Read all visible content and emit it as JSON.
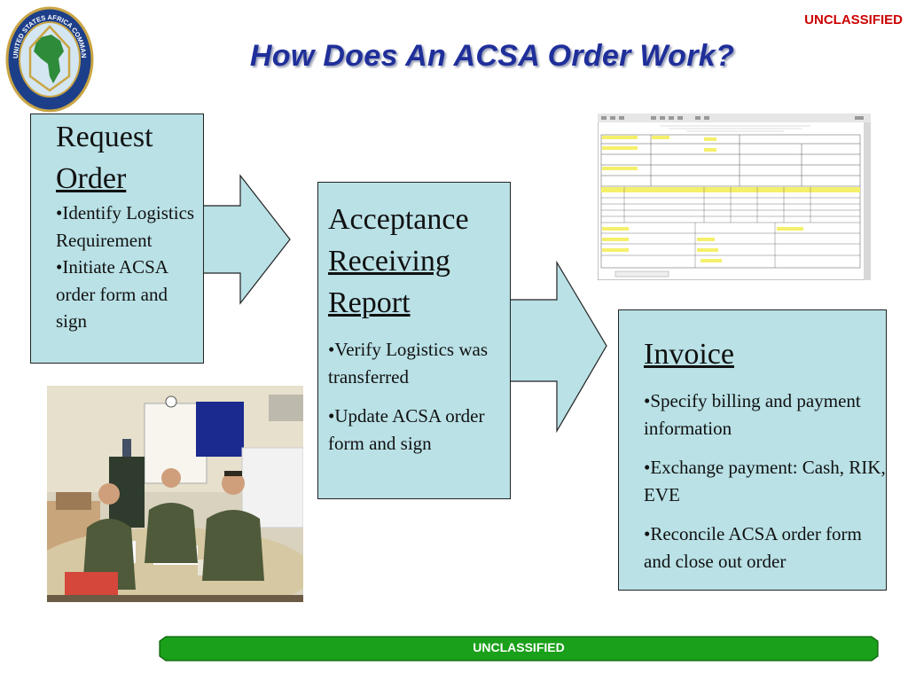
{
  "classification_top": "UNCLASSIFIED",
  "classification_bottom": "UNCLASSIFIED",
  "title": "How Does An ACSA Order Work?",
  "logo": {
    "text_top": "UNITED STATES AFRICA COMMAND",
    "icon": "africom-seal-icon"
  },
  "steps": [
    {
      "heading_lines": [
        "Request",
        "Order"
      ],
      "underlined": [
        false,
        true
      ],
      "bullets": [
        "•Identify Logistics Requirement",
        "•Initiate ACSA order form and sign"
      ]
    },
    {
      "heading_lines": [
        "Acceptance",
        "Receiving",
        "Report"
      ],
      "underlined": [
        false,
        true,
        true
      ],
      "bullets": [
        "•Verify Logistics was transferred",
        "•Update ACSA order form and sign"
      ]
    },
    {
      "heading_lines": [
        "Invoice"
      ],
      "underlined": [
        true
      ],
      "bullets": [
        "•Specify billing and payment information",
        "•Exchange payment: Cash, RIK, EVE",
        "•Reconcile ACSA order form and close out order"
      ]
    }
  ],
  "colors": {
    "box_fill": "#b9e1e6",
    "title": "#1f2f9a",
    "classification": "#cc0000",
    "banner": "#1aa01a"
  },
  "images": [
    {
      "icon": "acsa-form-screenshot"
    },
    {
      "icon": "soldiers-photo"
    }
  ]
}
